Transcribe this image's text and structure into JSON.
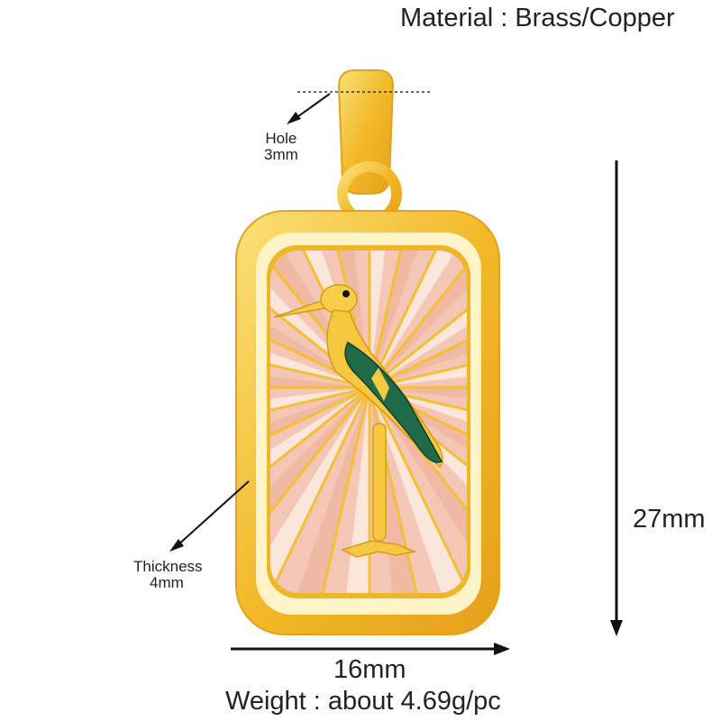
{
  "material": "Material : Brass/Copper",
  "hole": {
    "label": "Hole",
    "value": "3mm"
  },
  "thickness": {
    "label": "Thickness",
    "value": "4mm"
  },
  "dimensions": {
    "height": "27mm",
    "width": "16mm"
  },
  "weight": "Weight : about 4.69g/pc",
  "colors": {
    "gold": "#f4c22f",
    "enamel_pink": "#f2c4b2",
    "bird_green": "#1f6a48"
  }
}
